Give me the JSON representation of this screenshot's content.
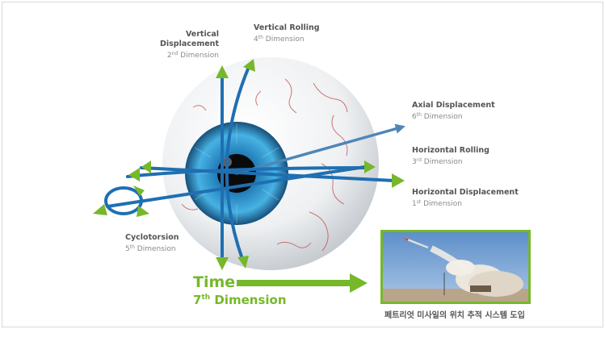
{
  "labels": {
    "vertical_displacement": {
      "title_line1": "Vertical",
      "title_line2": "Displacement",
      "dim_num": "2",
      "dim_sup": "nd",
      "dim_word": "Dimension"
    },
    "vertical_rolling": {
      "title": "Vertical Rolling",
      "dim_num": "4",
      "dim_sup": "th",
      "dim_word": "Dimension"
    },
    "axial_displacement": {
      "title": "Axial Displacement",
      "dim_num": "6",
      "dim_sup": "th",
      "dim_word": "Dimension"
    },
    "horizontal_rolling": {
      "title": "Horizontal Rolling",
      "dim_num": "3",
      "dim_sup": "rd",
      "dim_word": "Dimension"
    },
    "horizontal_displacement": {
      "title": "Horizontal Displacement",
      "dim_num": "1",
      "dim_sup": "st",
      "dim_word": "Dimension"
    },
    "cyclotorsion": {
      "title": "Cyclotorsion",
      "dim_num": "5",
      "dim_sup": "th",
      "dim_word": "Dimension"
    }
  },
  "time": {
    "label": "Time",
    "dim_num": "7",
    "dim_sup": "th",
    "dim_word": "Dimension"
  },
  "caption": "페트리엇 미사일의 위치 추적 시스템 도입",
  "colors": {
    "green": "#76b82a",
    "blue": "#1f6fb2",
    "iris": "#2b8fc9"
  }
}
